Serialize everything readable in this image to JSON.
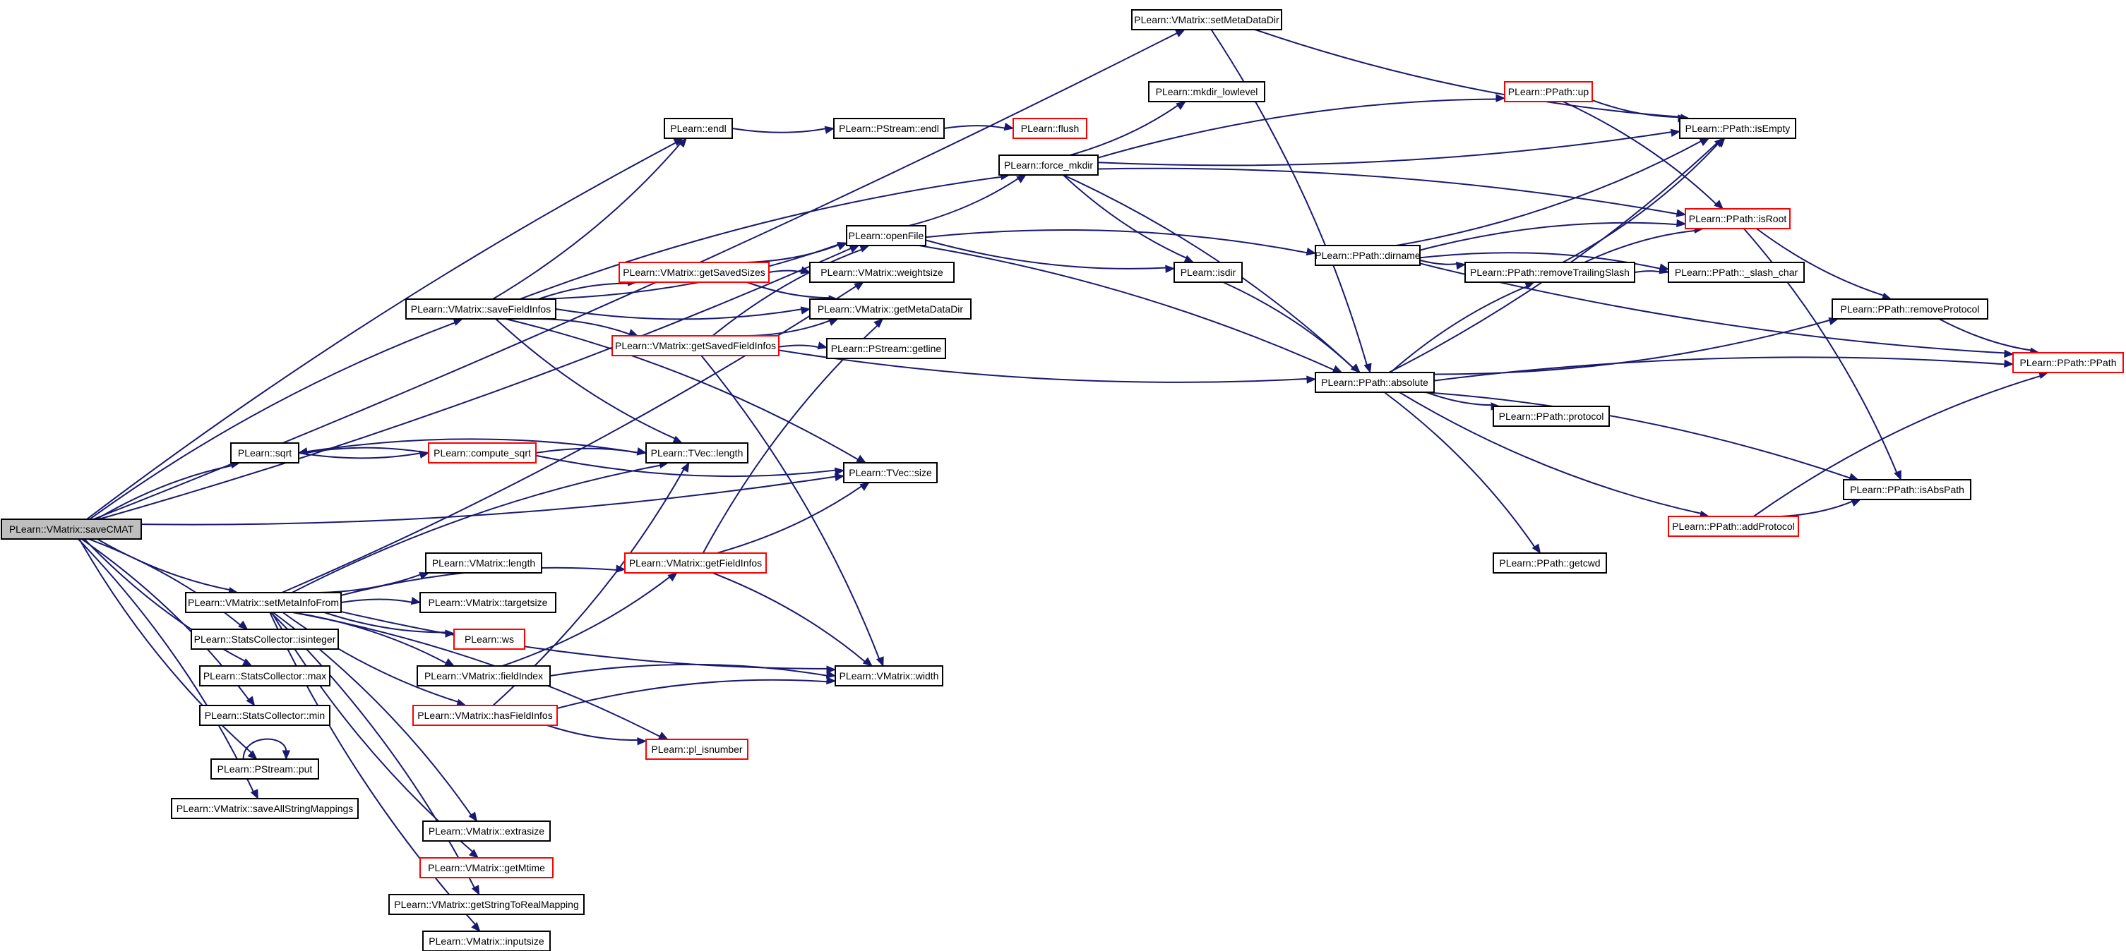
{
  "colors": {
    "edge": "#191970",
    "node_border": "#000000",
    "node_border_truncated": "#ff0000",
    "root_fill": "#bfbfbf"
  },
  "nodes": [
    {
      "id": "saveCMAT",
      "label": "PLearn::VMatrix::saveCMAT",
      "root": true
    },
    {
      "id": "setMetaDataDir",
      "label": "PLearn::VMatrix::setMetaDataDir"
    },
    {
      "id": "endl",
      "label": "PLearn::endl"
    },
    {
      "id": "pstream_endl",
      "label": "PLearn::PStream::endl"
    },
    {
      "id": "flush",
      "label": "PLearn::flush",
      "red": true
    },
    {
      "id": "mkdir_lowlevel",
      "label": "PLearn::mkdir_lowlevel"
    },
    {
      "id": "up",
      "label": "PLearn::PPath::up",
      "red": true
    },
    {
      "id": "isEmpty",
      "label": "PLearn::PPath::isEmpty"
    },
    {
      "id": "force_mkdir",
      "label": "PLearn::force_mkdir"
    },
    {
      "id": "isRoot",
      "label": "PLearn::PPath::isRoot",
      "red": true
    },
    {
      "id": "openFile",
      "label": "PLearn::openFile"
    },
    {
      "id": "dirname",
      "label": "PLearn::PPath::dirname"
    },
    {
      "id": "getSavedSizes",
      "label": "PLearn::VMatrix::getSavedSizes",
      "red": true
    },
    {
      "id": "weightsize",
      "label": "PLearn::VMatrix::weightsize"
    },
    {
      "id": "isdir",
      "label": "PLearn::isdir"
    },
    {
      "id": "removeTrailingSlash",
      "label": "PLearn::PPath::removeTrailingSlash"
    },
    {
      "id": "slash_char",
      "label": "PLearn::PPath::_slash_char"
    },
    {
      "id": "saveFieldInfos",
      "label": "PLearn::VMatrix::saveFieldInfos"
    },
    {
      "id": "getMetaDataDir",
      "label": "PLearn::VMatrix::getMetaDataDir"
    },
    {
      "id": "removeProtocol",
      "label": "PLearn::PPath::removeProtocol"
    },
    {
      "id": "getSavedFieldInfos",
      "label": "PLearn::VMatrix::getSavedFieldInfos",
      "red": true
    },
    {
      "id": "getline",
      "label": "PLearn::PStream::getline"
    },
    {
      "id": "absolute",
      "label": "PLearn::PPath::absolute"
    },
    {
      "id": "ppath",
      "label": "PLearn::PPath::PPath",
      "red": true
    },
    {
      "id": "protocol",
      "label": "PLearn::PPath::protocol"
    },
    {
      "id": "sqrt",
      "label": "PLearn::sqrt"
    },
    {
      "id": "compute_sqrt",
      "label": "PLearn::compute_sqrt",
      "red": true
    },
    {
      "id": "tvec_length",
      "label": "PLearn::TVec::length"
    },
    {
      "id": "tvec_size",
      "label": "PLearn::TVec::size"
    },
    {
      "id": "isAbsPath",
      "label": "PLearn::PPath::isAbsPath"
    },
    {
      "id": "addProtocol",
      "label": "PLearn::PPath::addProtocol",
      "red": true
    },
    {
      "id": "getcwd",
      "label": "PLearn::PPath::getcwd"
    },
    {
      "id": "getFieldInfos",
      "label": "PLearn::VMatrix::getFieldInfos",
      "red": true
    },
    {
      "id": "vm_length",
      "label": "PLearn::VMatrix::length"
    },
    {
      "id": "setMetaInfoFrom",
      "label": "PLearn::VMatrix::setMetaInfoFrom"
    },
    {
      "id": "targetsize",
      "label": "PLearn::VMatrix::targetsize"
    },
    {
      "id": "ws",
      "label": "PLearn::ws",
      "red": true
    },
    {
      "id": "isinteger",
      "label": "PLearn::StatsCollector::isinteger"
    },
    {
      "id": "sc_max",
      "label": "PLearn::StatsCollector::max"
    },
    {
      "id": "fieldIndex",
      "label": "PLearn::VMatrix::fieldIndex"
    },
    {
      "id": "width",
      "label": "PLearn::VMatrix::width"
    },
    {
      "id": "hasFieldInfos",
      "label": "PLearn::VMatrix::hasFieldInfos",
      "red": true
    },
    {
      "id": "sc_min",
      "label": "PLearn::StatsCollector::min"
    },
    {
      "id": "pl_isnumber",
      "label": "PLearn::pl_isnumber",
      "red": true
    },
    {
      "id": "put",
      "label": "PLearn::PStream::put"
    },
    {
      "id": "saveAllStringMappings",
      "label": "PLearn::VMatrix::saveAllStringMappings"
    },
    {
      "id": "extrasize",
      "label": "PLearn::VMatrix::extrasize"
    },
    {
      "id": "getMtime",
      "label": "PLearn::VMatrix::getMtime",
      "red": true
    },
    {
      "id": "getStringToRealMapping",
      "label": "PLearn::VMatrix::getStringToRealMapping"
    },
    {
      "id": "inputsize",
      "label": "PLearn::VMatrix::inputsize"
    }
  ],
  "edges": [
    [
      "saveCMAT",
      "setMetaDataDir"
    ],
    [
      "saveCMAT",
      "endl"
    ],
    [
      "saveCMAT",
      "openFile"
    ],
    [
      "saveCMAT",
      "saveFieldInfos"
    ],
    [
      "saveCMAT",
      "tvec_size"
    ],
    [
      "saveCMAT",
      "sqrt"
    ],
    [
      "saveCMAT",
      "setMetaInfoFrom"
    ],
    [
      "saveCMAT",
      "isinteger"
    ],
    [
      "saveCMAT",
      "sc_max"
    ],
    [
      "saveCMAT",
      "sc_min"
    ],
    [
      "saveCMAT",
      "put"
    ],
    [
      "saveCMAT",
      "saveAllStringMappings"
    ],
    [
      "setMetaDataDir",
      "isEmpty"
    ],
    [
      "setMetaDataDir",
      "absolute"
    ],
    [
      "endl",
      "pstream_endl"
    ],
    [
      "pstream_endl",
      "flush"
    ],
    [
      "openFile",
      "force_mkdir"
    ],
    [
      "openFile",
      "dirname"
    ],
    [
      "openFile",
      "isdir"
    ],
    [
      "openFile",
      "absolute"
    ],
    [
      "force_mkdir",
      "mkdir_lowlevel"
    ],
    [
      "force_mkdir",
      "up"
    ],
    [
      "force_mkdir",
      "isEmpty"
    ],
    [
      "force_mkdir",
      "isRoot"
    ],
    [
      "force_mkdir",
      "isdir"
    ],
    [
      "force_mkdir",
      "absolute"
    ],
    [
      "up",
      "isEmpty"
    ],
    [
      "up",
      "isRoot"
    ],
    [
      "isRoot",
      "removeProtocol"
    ],
    [
      "isRoot",
      "isAbsPath"
    ],
    [
      "dirname",
      "isEmpty"
    ],
    [
      "dirname",
      "isRoot"
    ],
    [
      "dirname",
      "removeTrailingSlash"
    ],
    [
      "dirname",
      "slash_char"
    ],
    [
      "dirname",
      "ppath"
    ],
    [
      "removeTrailingSlash",
      "slash_char"
    ],
    [
      "removeTrailingSlash",
      "isEmpty"
    ],
    [
      "removeTrailingSlash",
      "isRoot"
    ],
    [
      "removeProtocol",
      "ppath"
    ],
    [
      "isdir",
      "absolute"
    ],
    [
      "absolute",
      "isEmpty"
    ],
    [
      "absolute",
      "removeTrailingSlash"
    ],
    [
      "absolute",
      "removeProtocol"
    ],
    [
      "absolute",
      "ppath"
    ],
    [
      "absolute",
      "protocol"
    ],
    [
      "absolute",
      "isAbsPath"
    ],
    [
      "absolute",
      "addProtocol"
    ],
    [
      "absolute",
      "getcwd"
    ],
    [
      "addProtocol",
      "isAbsPath"
    ],
    [
      "addProtocol",
      "ppath"
    ],
    [
      "saveFieldInfos",
      "endl"
    ],
    [
      "saveFieldInfos",
      "force_mkdir"
    ],
    [
      "saveFieldInfos",
      "openFile"
    ],
    [
      "saveFieldInfos",
      "getSavedSizes"
    ],
    [
      "saveFieldInfos",
      "getMetaDataDir"
    ],
    [
      "saveFieldInfos",
      "getSavedFieldInfos"
    ],
    [
      "saveFieldInfos",
      "tvec_length"
    ],
    [
      "saveFieldInfos",
      "tvec_size"
    ],
    [
      "getSavedSizes",
      "openFile"
    ],
    [
      "getSavedSizes",
      "weightsize"
    ],
    [
      "getSavedSizes",
      "getMetaDataDir"
    ],
    [
      "getSavedFieldInfos",
      "openFile"
    ],
    [
      "getSavedFieldInfos",
      "getMetaDataDir"
    ],
    [
      "getSavedFieldInfos",
      "getline"
    ],
    [
      "getSavedFieldInfos",
      "absolute"
    ],
    [
      "getSavedFieldInfos",
      "width"
    ],
    [
      "sqrt",
      "compute_sqrt"
    ],
    [
      "sqrt",
      "tvec_length"
    ],
    [
      "compute_sqrt",
      "sqrt"
    ],
    [
      "compute_sqrt",
      "tvec_length"
    ],
    [
      "compute_sqrt",
      "tvec_size"
    ],
    [
      "setMetaInfoFrom",
      "tvec_length"
    ],
    [
      "setMetaInfoFrom",
      "weightsize"
    ],
    [
      "setMetaInfoFrom",
      "getFieldInfos"
    ],
    [
      "setMetaInfoFrom",
      "vm_length"
    ],
    [
      "setMetaInfoFrom",
      "targetsize"
    ],
    [
      "setMetaInfoFrom",
      "ws"
    ],
    [
      "setMetaInfoFrom",
      "fieldIndex"
    ],
    [
      "setMetaInfoFrom",
      "hasFieldInfos"
    ],
    [
      "setMetaInfoFrom",
      "pl_isnumber"
    ],
    [
      "setMetaInfoFrom",
      "width"
    ],
    [
      "setMetaInfoFrom",
      "extrasize"
    ],
    [
      "setMetaInfoFrom",
      "getMtime"
    ],
    [
      "setMetaInfoFrom",
      "getStringToRealMapping"
    ],
    [
      "setMetaInfoFrom",
      "inputsize"
    ],
    [
      "getFieldInfos",
      "getMetaDataDir"
    ],
    [
      "getFieldInfos",
      "tvec_size"
    ],
    [
      "getFieldInfos",
      "width"
    ],
    [
      "fieldIndex",
      "getFieldInfos"
    ],
    [
      "fieldIndex",
      "width"
    ],
    [
      "hasFieldInfos",
      "tvec_length"
    ],
    [
      "hasFieldInfos",
      "width"
    ],
    [
      "hasFieldInfos",
      "pl_isnumber"
    ],
    [
      "put",
      "put"
    ]
  ]
}
